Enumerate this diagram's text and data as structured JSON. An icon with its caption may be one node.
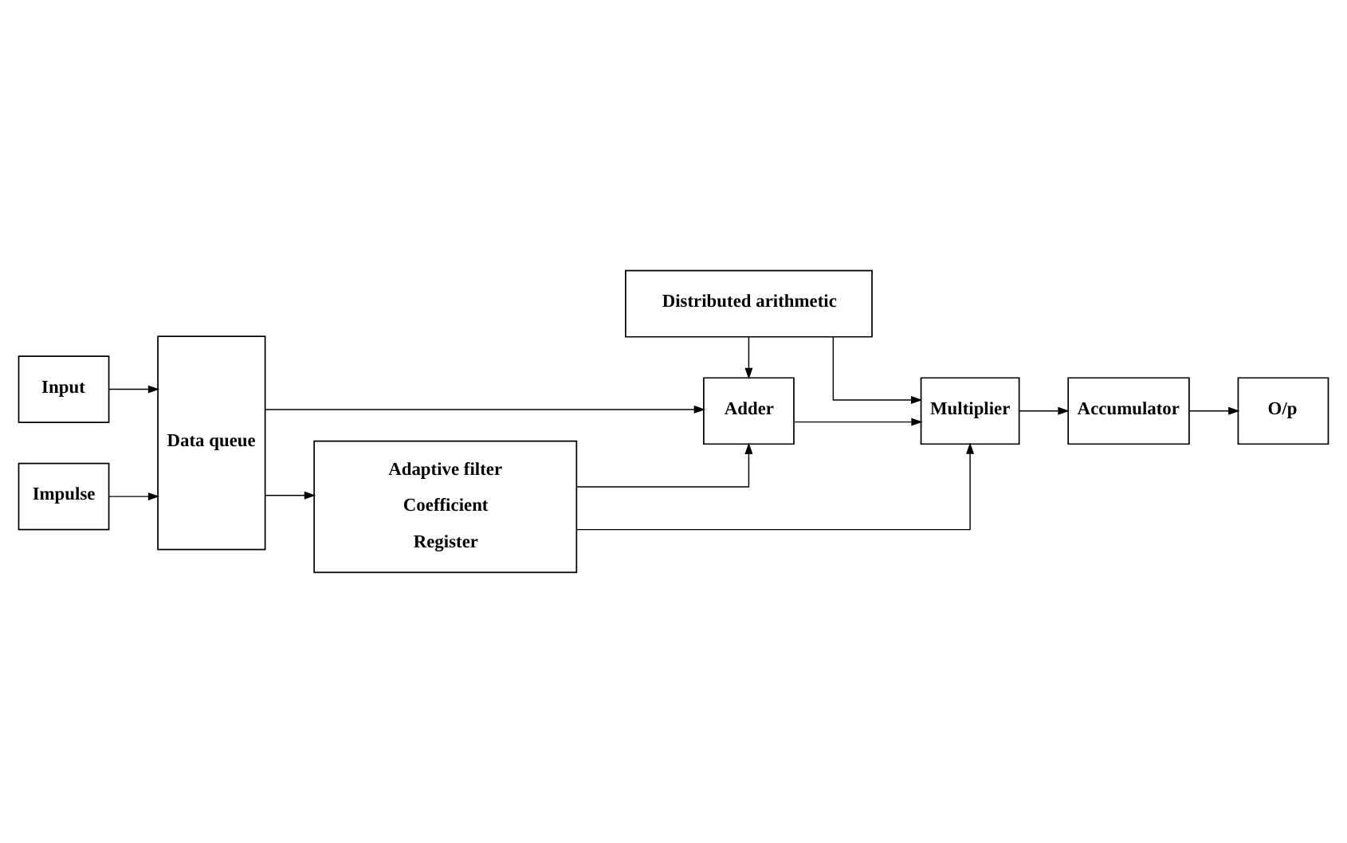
{
  "diagram": {
    "nodes": [
      {
        "text": [
          "Adaptive filter",
          "Coefficient",
          "Register"
        ]
      },
      {
        "text": [
          "Input"
        ]
      },
      {
        "text": [
          "Data queue"
        ]
      },
      {
        "text": [
          "Impulse"
        ]
      },
      {
        "text": [
          "Adder"
        ]
      },
      {
        "text": [
          "Multiplier"
        ]
      },
      {
        "text": [
          "Accumulator"
        ]
      },
      {
        "text": [
          "O/p"
        ]
      },
      {
        "text": [
          "Distributed arithmetic"
        ]
      }
    ],
    "edges": [
      {
        "from": 1,
        "to": 2,
        "arrow": "to"
      },
      {
        "from": 3,
        "to": 2,
        "arrow": "to"
      },
      {
        "from": 2,
        "to": 0,
        "arrow": "to"
      },
      {
        "from": 2,
        "to": 4,
        "arrow": "to"
      },
      {
        "from": 0,
        "to": 4,
        "arrow": "to"
      },
      {
        "from": 0,
        "to": 5,
        "arrow": "to"
      },
      {
        "from": 4,
        "to": 5,
        "arrow": "to"
      },
      {
        "from": 5,
        "to": 6,
        "arrow": "to"
      },
      {
        "from": 6,
        "to": 7,
        "arrow": "to"
      },
      {
        "from": 8,
        "to": 4,
        "arrow": "to"
      },
      {
        "from": 8,
        "to": 5,
        "arrow": "to"
      }
    ]
  }
}
